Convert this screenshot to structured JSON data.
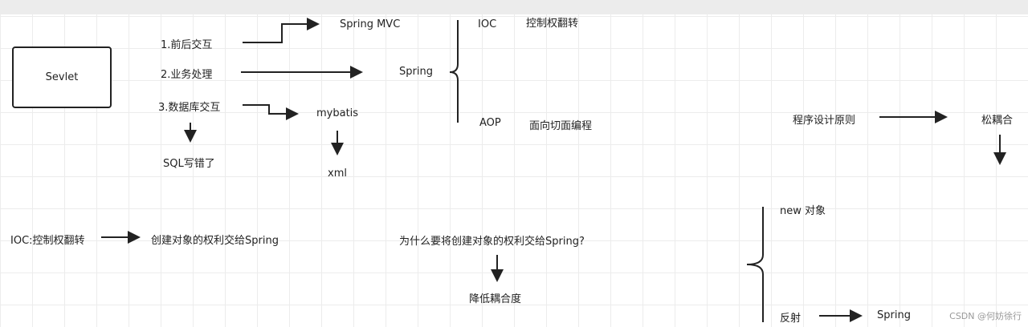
{
  "nodes": {
    "servlet": "Sevlet",
    "step1": "1.前后交互",
    "step2": "2.业务处理",
    "step3": "3.数据库交互",
    "sql_error": "SQL写错了",
    "spring_mvc": "Spring MVC",
    "spring": "Spring",
    "mybatis": "mybatis",
    "xml": "xml",
    "ioc": "IOC",
    "ioc_desc": "控制权翻转",
    "aop": "AOP",
    "aop_desc": "面向切面编程",
    "principle": "程序设计原则",
    "loose_coupling": "松耦合",
    "ioc_def": "IOC:控制权翻转",
    "ioc_def_desc": "创建对象的权利交给Spring",
    "question": "为什么要将创建对象的权利交给Spring?",
    "answer": "降低耦合度",
    "new_object": "new 对象",
    "reflection": "反射",
    "spring2": "Spring"
  },
  "watermark": "CSDN @何妨徐行"
}
